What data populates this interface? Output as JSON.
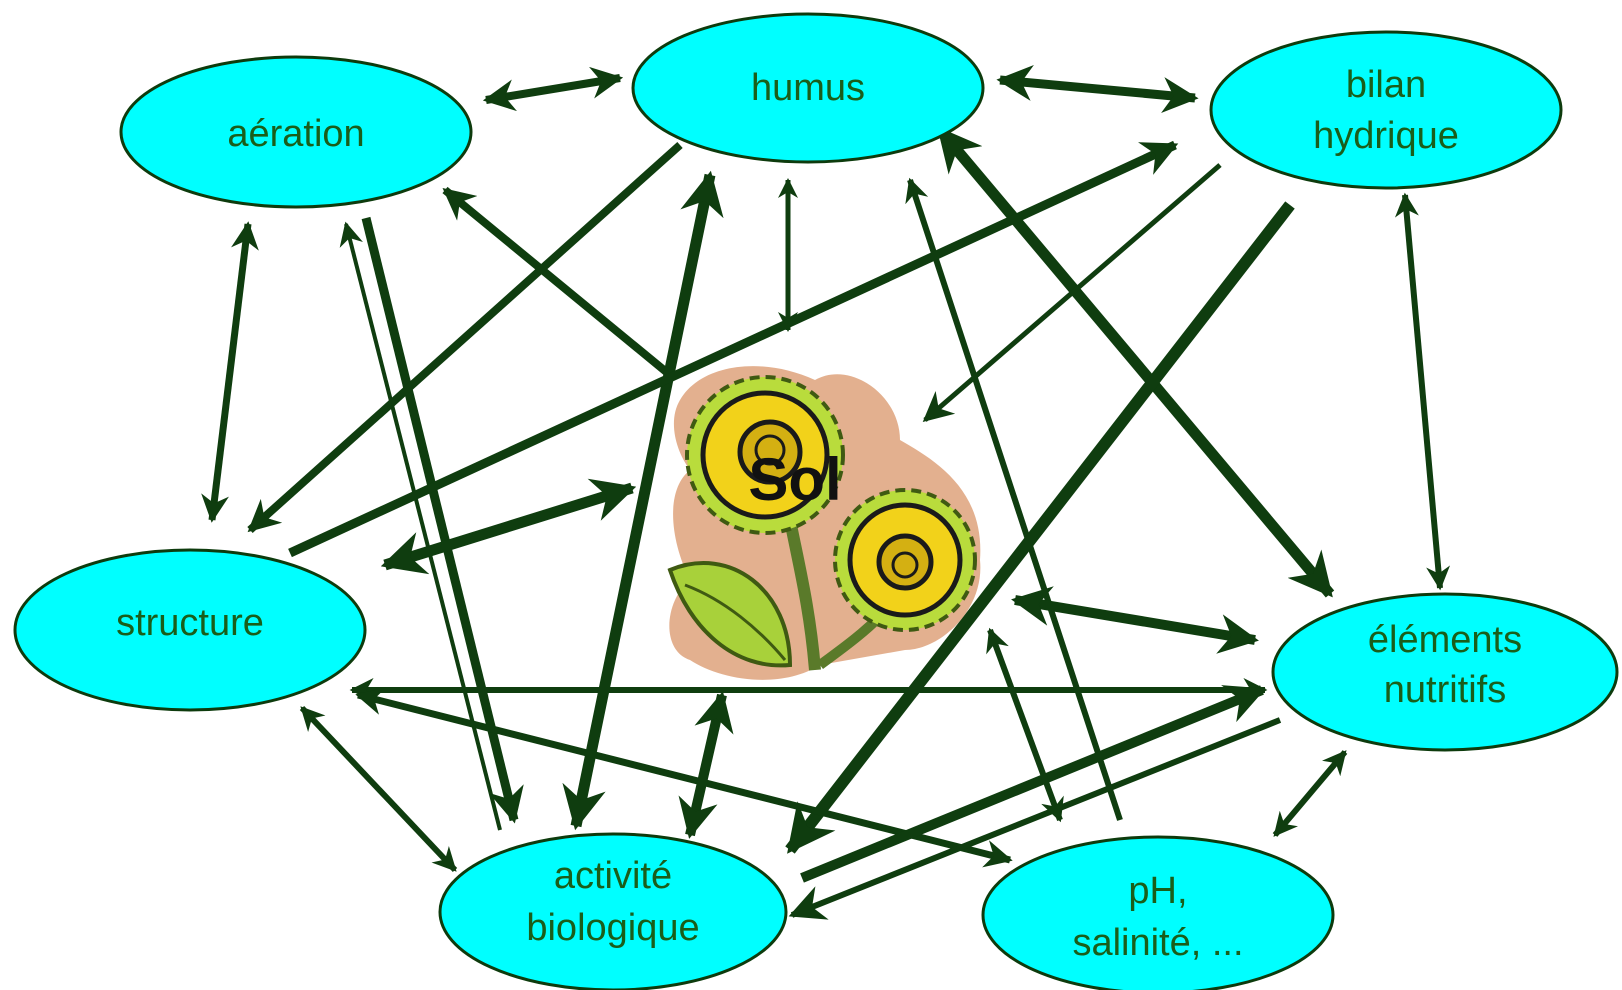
{
  "diagram": {
    "center_title": "Sol",
    "nodes": [
      {
        "id": "aeration",
        "label_lines": [
          "aération"
        ]
      },
      {
        "id": "humus",
        "label_lines": [
          "humus"
        ]
      },
      {
        "id": "bilan",
        "label_lines": [
          "bilan",
          "hydrique"
        ]
      },
      {
        "id": "structure",
        "label_lines": [
          "structure"
        ]
      },
      {
        "id": "elements",
        "label_lines": [
          "éléments",
          "nutritifs"
        ]
      },
      {
        "id": "activite",
        "label_lines": [
          "activité",
          "biologique"
        ]
      },
      {
        "id": "ph",
        "label_lines": [
          "pH,",
          "salinité, ..."
        ]
      }
    ],
    "colors": {
      "node_fill": "#00ffff",
      "node_text": "#1a5e1a",
      "arrow": "#0f3d0f",
      "petal_yellow": "#f2d21a",
      "leaf_green": "#8cc63f",
      "flower_outline": "#c98a5a"
    }
  }
}
